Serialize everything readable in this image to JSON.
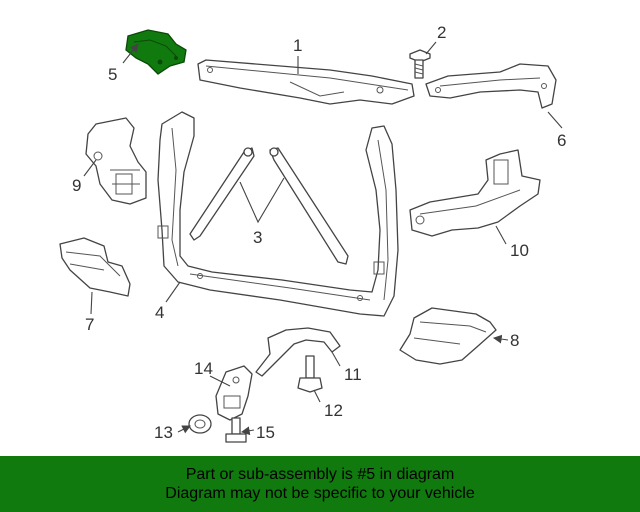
{
  "diagram": {
    "highlight_color": "#117a0e",
    "callouts": [
      "1",
      "2",
      "3",
      "4",
      "5",
      "6",
      "7",
      "8",
      "9",
      "10",
      "11",
      "12",
      "13",
      "14",
      "15"
    ],
    "highlighted_part": "5"
  },
  "banner": {
    "background": "#117a0e",
    "line1": "Part or sub-assembly is #5 in diagram",
    "line2": "Diagram may not be specific to your vehicle"
  }
}
